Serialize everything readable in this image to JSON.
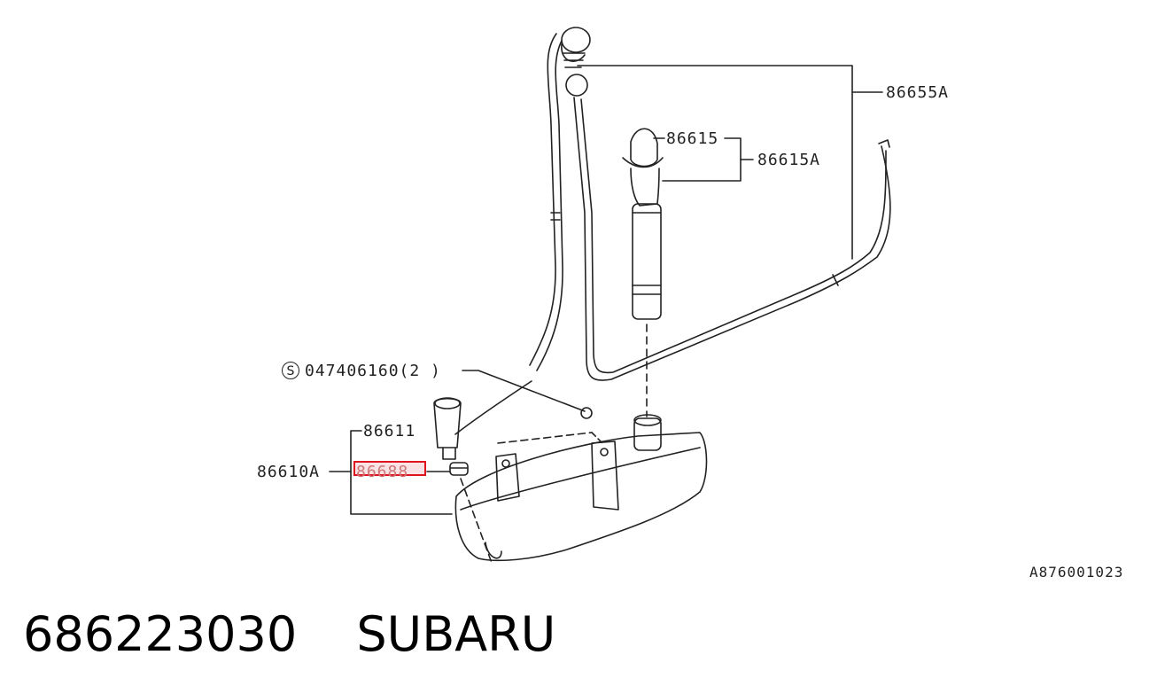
{
  "labels": {
    "part_86655A": "86655A",
    "part_86615": "86615",
    "part_86615A": "86615A",
    "screw_symbol": "S",
    "screw_code": "047406160(2 )",
    "part_86611": "86611",
    "part_86610A": "86610A",
    "part_86688": "86688"
  },
  "highlight": {
    "part": "86688",
    "color": "#e0141e"
  },
  "diagram_code": "A876001023",
  "caption": {
    "part_number": "686223030",
    "brand": "SUBARU"
  }
}
